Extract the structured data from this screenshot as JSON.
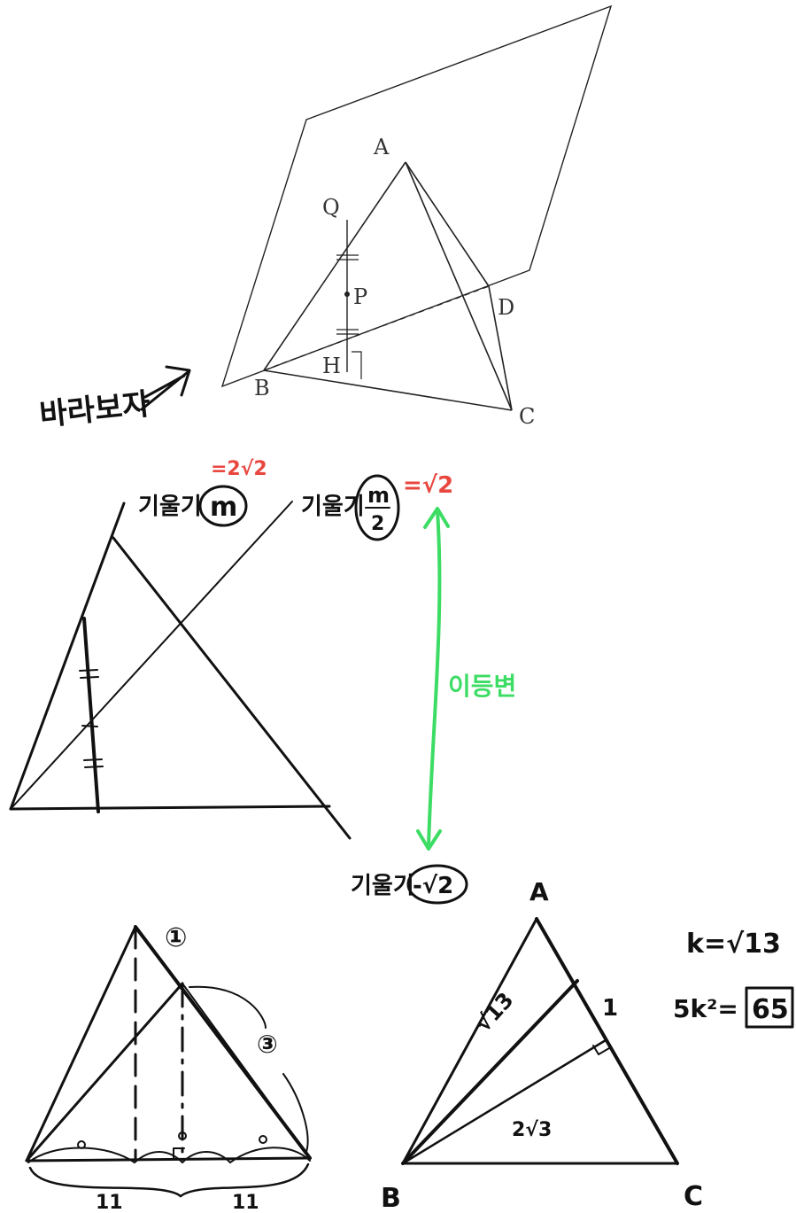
{
  "figure1": {
    "labels": {
      "A": "A",
      "Q": "Q",
      "P": "P",
      "D": "D",
      "H": "H",
      "B": "B",
      "C": "C"
    },
    "note": "바라보자"
  },
  "figure2": {
    "slope_m": {
      "prefix": "기울기",
      "value": "m",
      "equals": "=2√2"
    },
    "slope_half": {
      "prefix": "기울기",
      "numerator": "m",
      "denominator": "2",
      "equals": "=√2"
    },
    "slope_neg": {
      "prefix": "기울기",
      "value": "-√2"
    },
    "isosceles": "이등변"
  },
  "figure3": {
    "top_mark": "①",
    "side_mark": "③",
    "bottom_left": "11",
    "bottom_right": "11"
  },
  "figure4": {
    "A": "A",
    "B": "B",
    "C": "C",
    "len_1": "1",
    "len_root13": "√13",
    "len_2root3": "2√3",
    "k_eq": "k=√13",
    "answer_prefix": "5k²=",
    "answer": "65"
  },
  "colors": {
    "ink": "#111111",
    "red": "#e8473f",
    "green": "#3ddc64"
  }
}
